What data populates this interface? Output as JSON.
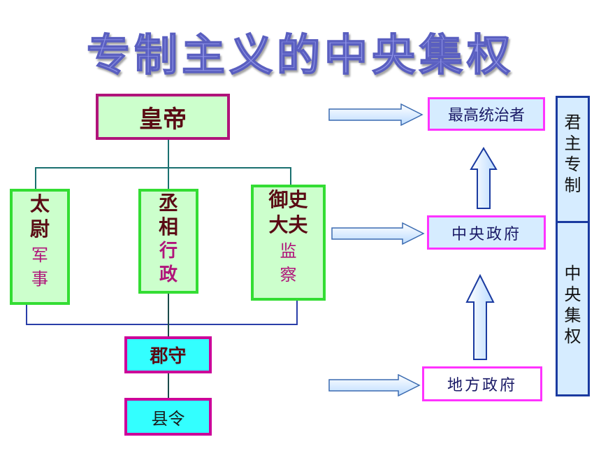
{
  "title": "专制主义的中央集权",
  "hierarchy": {
    "emperor": "皇帝",
    "officials": [
      {
        "name": "太尉",
        "duty": "军事"
      },
      {
        "name": "丞相",
        "duty": "行政"
      },
      {
        "name": "御史大夫",
        "duty": "监察"
      }
    ],
    "prefect": "郡守",
    "county_magistrate": "县令"
  },
  "levels": {
    "top": "最高统治者",
    "central": "中央政府",
    "local": "地方政府"
  },
  "side_panel": {
    "monarchy": "君主专制",
    "centralization": "中央集权"
  },
  "colors": {
    "title_fill": "#8f93e6",
    "emperor_border": "#b0147a",
    "emperor_fill": "#ccffcc",
    "official_border": "#33dd33",
    "official_fill": "#ccffcc",
    "local_border": "#cc0099",
    "local_fill": "#33ffff",
    "level_border": "#ff33ff",
    "level_fill": "#d6ecff",
    "side_border": "#1a3aa0",
    "side_fill": "#d6ecff"
  }
}
